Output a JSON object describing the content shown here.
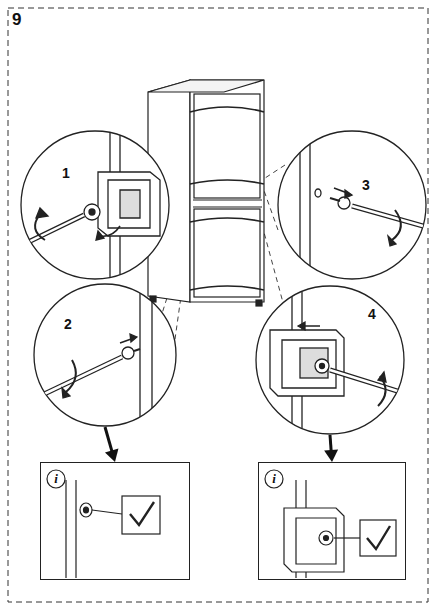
{
  "diagram": {
    "nodes": [
      {
        "text": [
          "1"
        ]
      },
      {
        "text": [
          "3"
        ]
      },
      {
        "text": [
          "2"
        ]
      },
      {
        "text": [
          "4"
        ]
      },
      {
        "text": [
          "i"
        ]
      },
      {
        "text": [
          "i"
        ]
      }
    ],
    "edges": [
      {
        "from": 2,
        "to": 4,
        "arrow": "to"
      },
      {
        "from": 3,
        "to": 5,
        "arrow": "to"
      }
    ],
    "labels": [
      "9"
    ]
  }
}
